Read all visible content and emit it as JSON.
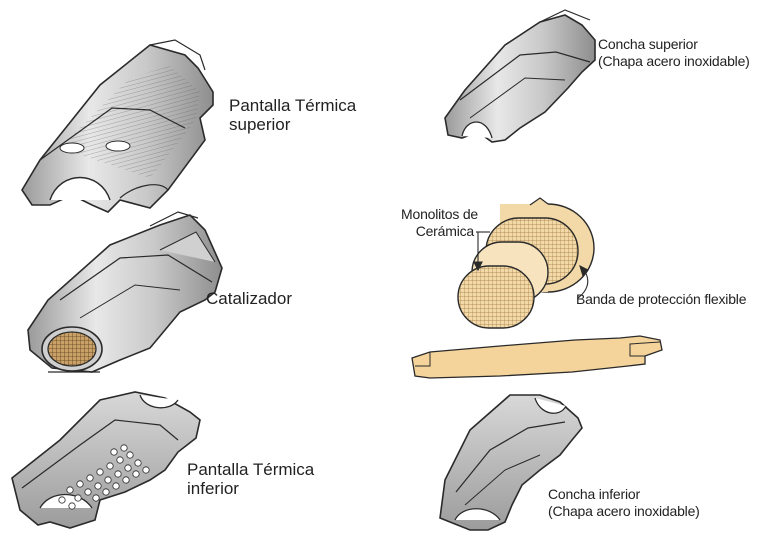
{
  "labels": {
    "top_heat_shield": {
      "line1": "Pantalla Térmica",
      "line2": "superior"
    },
    "catalyst": "Catalizador",
    "bottom_heat_shield": {
      "line1": "Pantalla Térmica",
      "line2": "inferior"
    },
    "upper_shell": {
      "line1": "Concha superior",
      "line2": "(Chapa acero inoxidable)"
    },
    "ceramic_monoliths": {
      "line1": "Monolitos de",
      "line2": "Cerámica"
    },
    "flexible_band": "Banda de protección flexible",
    "lower_shell": {
      "line1": "Concha inferior",
      "line2": "(Chapa acero inoxidable)"
    }
  },
  "colors": {
    "metal_light": "#e6e6e6",
    "metal_mid": "#bdbdbd",
    "metal_dark": "#8a8a8a",
    "outline": "#2a2a2a",
    "ceramic": "#f3d9a8",
    "ceramic_grid": "#b08a50",
    "band": "#f4d49b"
  }
}
